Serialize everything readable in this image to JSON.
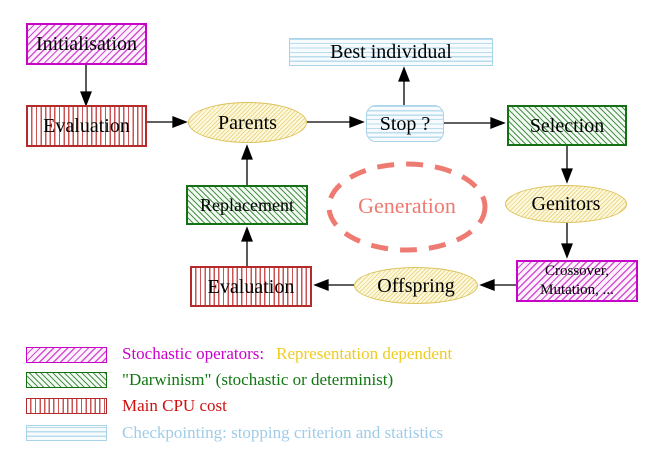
{
  "title": "Evolutionary algorithm generation loop diagram",
  "nodes": {
    "initialisation": "Initialisation",
    "evaluation_top": "Evaluation",
    "parents": "Parents",
    "stop": "Stop ?",
    "best_individual": "Best individual",
    "selection": "Selection",
    "genitors": "Genitors",
    "replacement": "Replacement",
    "generation": "Generation",
    "evaluation_bottom": "Evaluation",
    "offspring": "Offspring",
    "crossover_line1": "Crossover,",
    "crossover_line2": "Mutation, ..."
  },
  "legend": {
    "stochastic_label": "Stochastic operators:",
    "stochastic_extra": "Representation dependent",
    "darwinism": "\"Darwinism\" (stochastic or determinist)",
    "cpu": "Main CPU cost",
    "checkpointing": "Checkpointing: stopping criterion and statistics"
  },
  "colors": {
    "magenta": "#cc00cc",
    "gold": "#eecc22",
    "dark_green": "#117711",
    "red": "#cc1111",
    "light_blue": "#9fcde9",
    "salmon": "#ee7b72",
    "arrow_black": "#000000"
  },
  "hatch_styles": {
    "magenta_diagonal": "stochastic operators",
    "green_diagonal": "darwinism",
    "red_vertical": "main CPU cost",
    "cyan_horizontal": "checkpointing"
  }
}
